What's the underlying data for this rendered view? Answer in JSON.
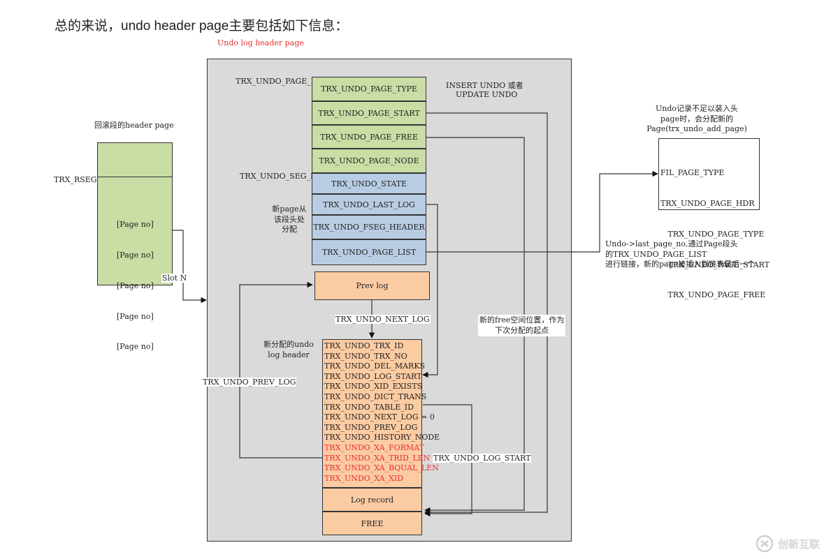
{
  "heading": "总的来说，undo header page主要包括如下信息：",
  "diagram": {
    "title": "Undo log header page",
    "rseg_page": {
      "caption": "回滚段的header page",
      "side_label": "TRX_RSEG",
      "slots": [
        "[Page no]",
        "[Page no]",
        "[Page no]",
        "[Page no]",
        "[Page no]"
      ],
      "slot_label": "Slot N"
    },
    "page_hdr": {
      "label": "TRX_UNDO_PAGE_HDR",
      "fields": [
        "TRX_UNDO_PAGE_TYPE",
        "TRX_UNDO_PAGE_START",
        "TRX_UNDO_PAGE_FREE",
        "TRX_UNDO_PAGE_NODE"
      ],
      "type_note_1": "INSERT UNDO 或者",
      "type_note_2": "UPDATE UNDO"
    },
    "seg_hdr": {
      "label": "TRX_UNDO_SEG_HDR",
      "fields": [
        "TRX_UNDO_STATE",
        "TRX_UNDO_LAST_LOG",
        "TRX_UNDO_FSEG_HEADER",
        "TRX_UNDO_PAGE_LIST"
      ],
      "alloc_note": [
        "新page从",
        "该段头处",
        "分配"
      ]
    },
    "prev_log": "Prev log",
    "next_log_label": "TRX_UNDO_NEXT_LOG",
    "prev_log_label": "TRX_UNDO_PREV_LOG",
    "new_log_note": [
      "新分配的undo",
      "log header"
    ],
    "log_header_fields": [
      {
        "text": "TRX_UNDO_TRX_ID",
        "red": false
      },
      {
        "text": "TRX_UNDO_TRX_NO",
        "red": false
      },
      {
        "text": "TRX_UNDO_DEL_MARKS",
        "red": false
      },
      {
        "text": "TRX_UNDO_LOG_START",
        "red": false
      },
      {
        "text": "TRX_UNDO_XID_EXISTS",
        "red": false
      },
      {
        "text": "TRX_UNDO_DICT_TRANS",
        "red": false
      },
      {
        "text": "TRX_UNDO_TABLE_ID",
        "red": false
      },
      {
        "text": "TRX_UNDO_NEXT_LOG = 0",
        "red": false
      },
      {
        "text": "TRX_UNDO_PREV_LOG",
        "red": false
      },
      {
        "text": "TRX_UNDO_HISTORY_NODE",
        "red": false
      },
      {
        "text": "TRX_UNDO_XA_FORMAT",
        "red": true
      },
      {
        "text": "TRX_UNDO_XA_TRID_LEN",
        "red": true
      },
      {
        "text": "TRX_UNDO_XA_BQUAL_LEN",
        "red": true
      },
      {
        "text": "TRX_UNDO_XA_XID",
        "red": true
      }
    ],
    "log_record": "Log record",
    "free": "FREE",
    "log_start_label": "TRX_UNDO_LOG_START",
    "free_note": [
      "新的free空间位置，作为",
      "下次分配的起点"
    ],
    "new_page_note": [
      "Undo记录不足以装入头",
      "page时，会分配新的",
      "Page(trx_undo_add_page)"
    ],
    "new_page_fields": [
      "FIL_PAGE_TYPE",
      "TRX_UNDO_PAGE_HDR",
      "   TRX_UNDO_PAGE_TYPE",
      "   TRX_UNDO_PAGE_START",
      "   TRX_UNDO_PAGE_FREE"
    ],
    "link_note": [
      "Undo->last_page_no,通过Page段头",
      "的TRX_UNDO_PAGE_LIST",
      "进行链接，新的page被插入到链表最后一个"
    ]
  },
  "watermark": {
    "text": "创新互联",
    "icon": "logo-icon"
  }
}
